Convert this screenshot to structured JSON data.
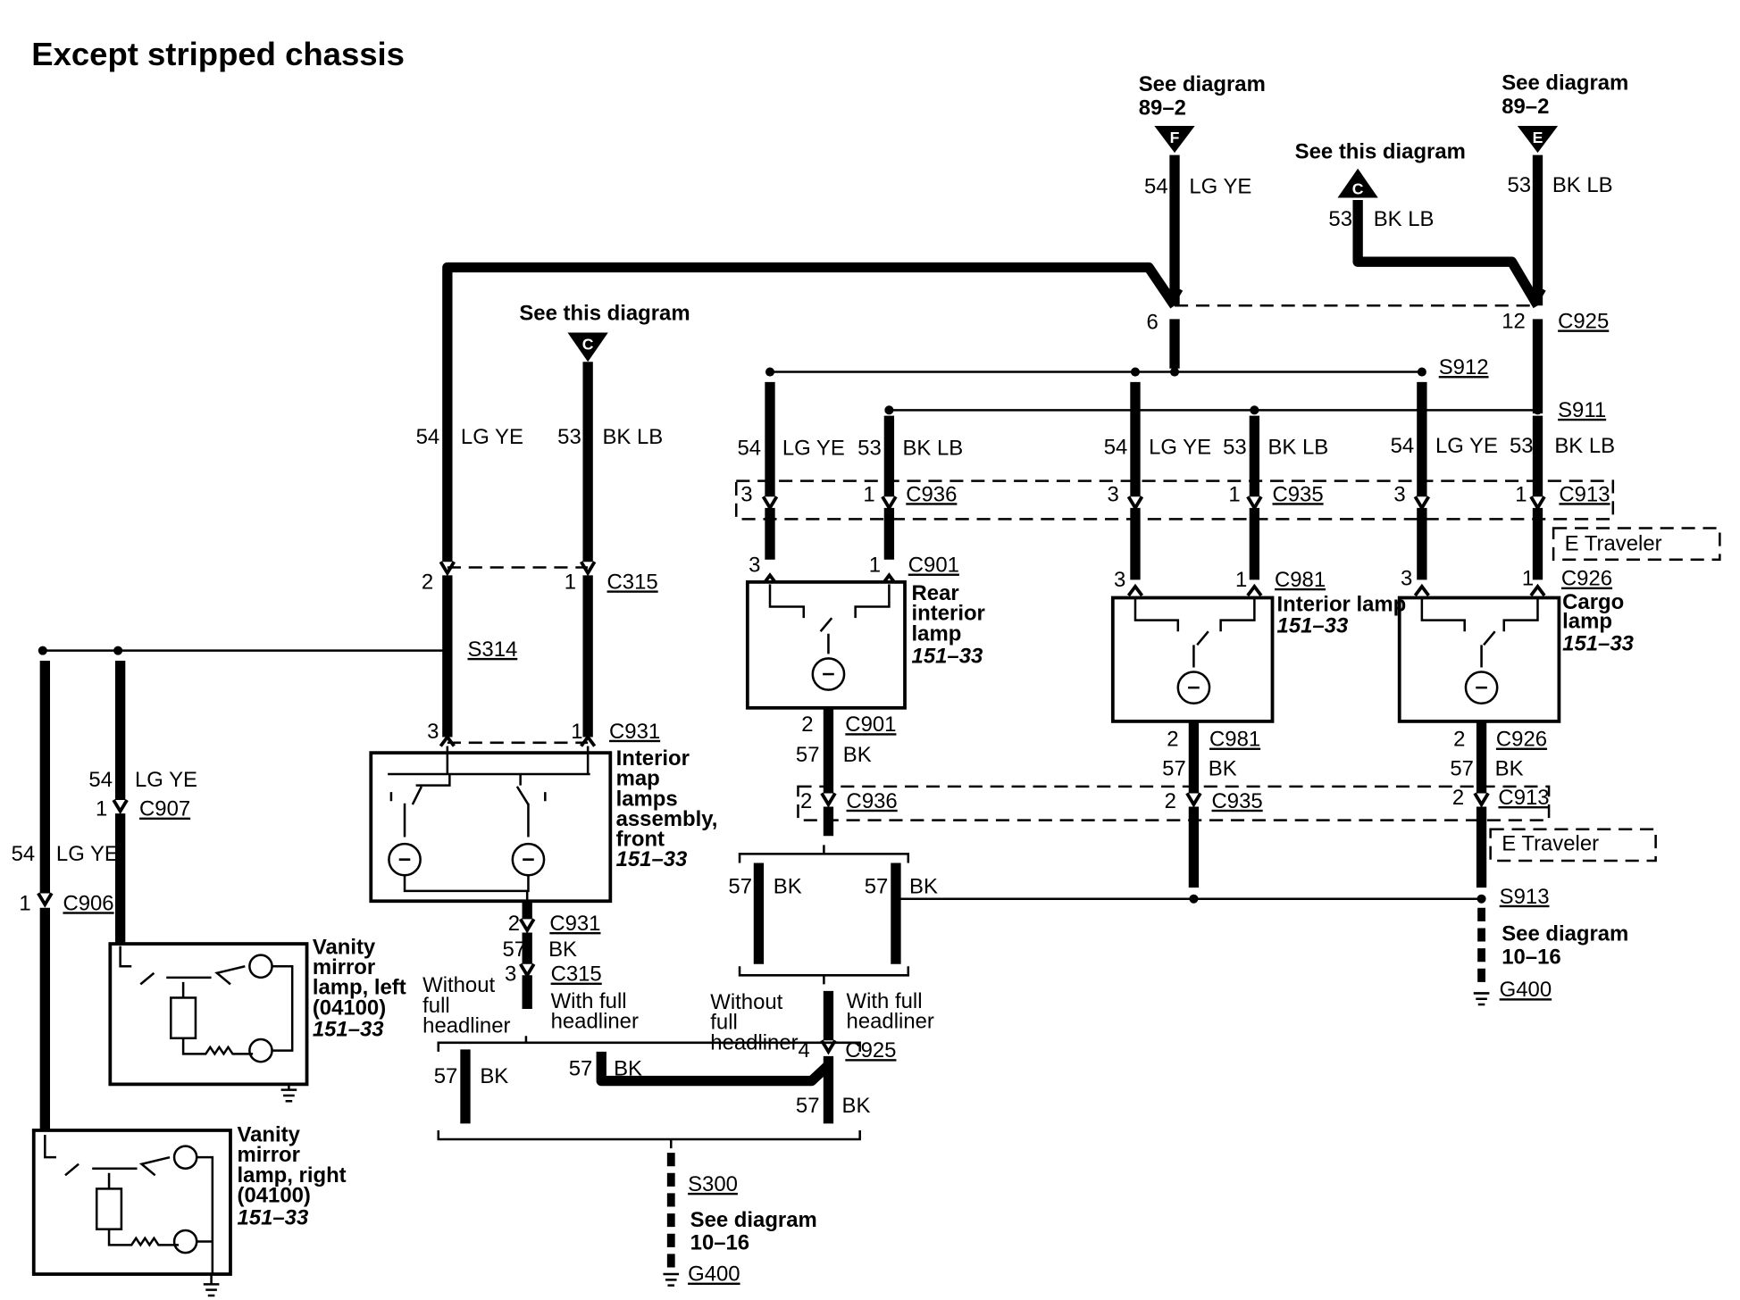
{
  "title": "Except stripped chassis",
  "refs": {
    "see_diagram": "See diagram",
    "see_this_diagram": "See this diagram",
    "d89_2": "89–2",
    "d10_16": "10–16",
    "F": "F",
    "E": "E",
    "C": "C"
  },
  "wires": {
    "n54": "54",
    "n53": "53",
    "n57": "57",
    "lgye": "LG YE",
    "bklb": "BK LB",
    "bk": "BK"
  },
  "pins": {
    "p1": "1",
    "p2": "2",
    "p3": "3",
    "p4": "4",
    "p6": "6",
    "p12": "12"
  },
  "connectors": {
    "C925": "C925",
    "C315": "C315",
    "C931": "C931",
    "C936": "C936",
    "C935": "C935",
    "C913": "C913",
    "C901": "C901",
    "C981": "C981",
    "C926": "C926",
    "C907": "C907",
    "C906": "C906",
    "S912": "S912",
    "S911": "S911",
    "S314": "S314",
    "S913": "S913",
    "S300": "S300",
    "G400": "G400"
  },
  "traveler": "E Traveler",
  "components": {
    "rear_lamp": [
      "Rear",
      "interior",
      "lamp"
    ],
    "interior_lamp": "Interior lamp",
    "cargo_lamp": [
      "Cargo",
      "lamp"
    ],
    "map_lamps": [
      "Interior",
      "map",
      "lamps",
      "assembly,",
      "front"
    ],
    "vanity_left": [
      "Vanity",
      "mirror",
      "lamp, left",
      "(04100)"
    ],
    "vanity_right": [
      "Vanity",
      "mirror",
      "lamp, right",
      "(04100)"
    ],
    "ref": "151–33"
  },
  "notes": {
    "without": [
      "Without",
      "full",
      "headliner"
    ],
    "with": [
      "With full",
      "headliner"
    ]
  }
}
